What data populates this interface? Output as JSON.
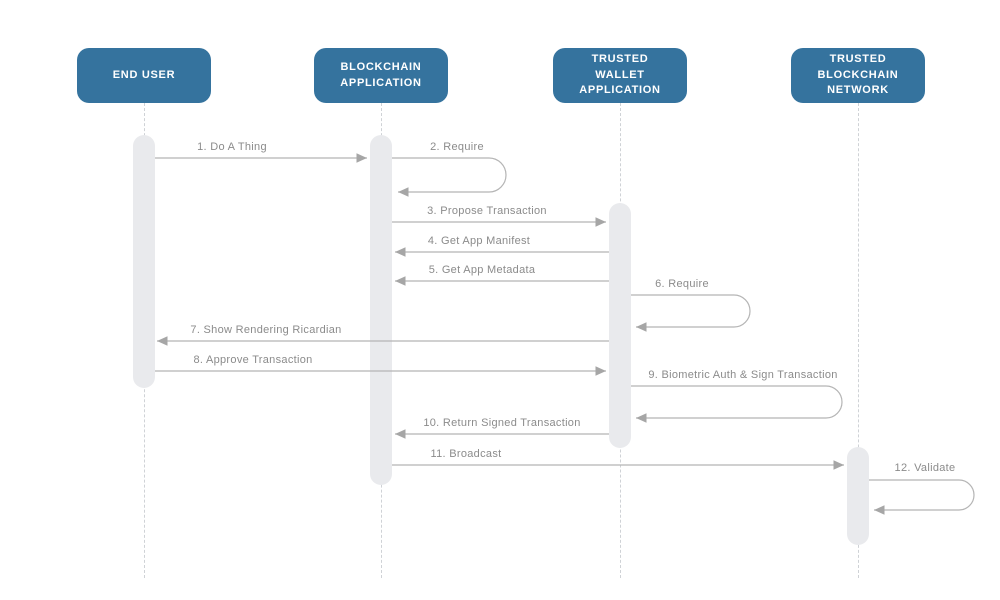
{
  "diagram": {
    "type": "sequence-diagram",
    "colors": {
      "actor_fill": "#35739E",
      "actor_text": "#FFFFFF",
      "activation_fill": "#E9EAED",
      "lifeline": "#CFD2D6",
      "arrow_line": "#B5B5B5",
      "arrowhead": "#A6A6A6",
      "label_text": "#8B8B8B",
      "background": "#FFFFFF"
    },
    "actors": [
      {
        "id": "end-user",
        "label": "END USER"
      },
      {
        "id": "blockchain-application",
        "label": "BLOCKCHAIN\nAPPLICATION"
      },
      {
        "id": "trusted-wallet-application",
        "label": "TRUSTED\nWALLET\nAPPLICATION"
      },
      {
        "id": "trusted-blockchain-network",
        "label": "TRUSTED\nBLOCKCHAIN\nNETWORK"
      }
    ],
    "messages": [
      {
        "label": "1. Do A Thing",
        "from": "end-user",
        "to": "blockchain-application",
        "kind": "message"
      },
      {
        "label": "2. Require",
        "from": "blockchain-application",
        "to": "blockchain-application",
        "kind": "self-message"
      },
      {
        "label": "3. Propose Transaction",
        "from": "blockchain-application",
        "to": "trusted-wallet-application",
        "kind": "message"
      },
      {
        "label": "4. Get App Manifest",
        "from": "trusted-wallet-application",
        "to": "blockchain-application",
        "kind": "message"
      },
      {
        "label": "5. Get App Metadata",
        "from": "trusted-wallet-application",
        "to": "blockchain-application",
        "kind": "message"
      },
      {
        "label": "6. Require",
        "from": "trusted-wallet-application",
        "to": "trusted-wallet-application",
        "kind": "self-message"
      },
      {
        "label": "7. Show Rendering Ricardian",
        "from": "trusted-wallet-application",
        "to": "end-user",
        "kind": "message"
      },
      {
        "label": "8. Approve Transaction",
        "from": "end-user",
        "to": "trusted-wallet-application",
        "kind": "message"
      },
      {
        "label": "9. Biometric Auth & Sign Transaction",
        "from": "trusted-wallet-application",
        "to": "trusted-wallet-application",
        "kind": "self-message"
      },
      {
        "label": "10. Return Signed Transaction",
        "from": "trusted-wallet-application",
        "to": "blockchain-application",
        "kind": "message"
      },
      {
        "label": "11. Broadcast",
        "from": "blockchain-application",
        "to": "trusted-blockchain-network",
        "kind": "message"
      },
      {
        "label": "12. Validate",
        "from": "trusted-blockchain-network",
        "to": "trusted-blockchain-network",
        "kind": "self-message"
      }
    ]
  }
}
